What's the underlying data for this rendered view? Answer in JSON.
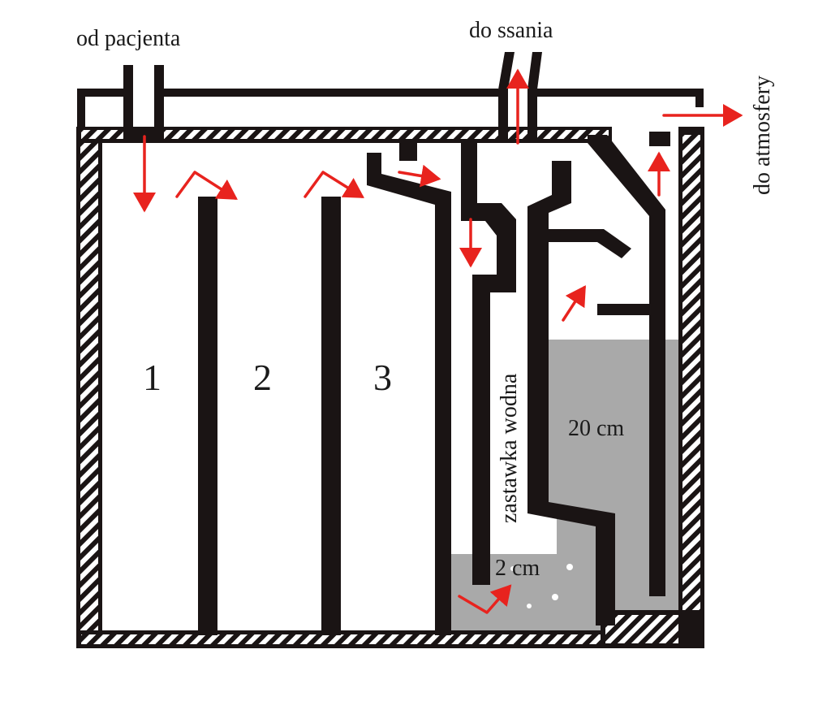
{
  "labels": {
    "from_patient": "od pacjenta",
    "to_suction": "do ssania",
    "to_atmosphere": "do atmosfery",
    "chamber_1": "1",
    "chamber_2": "2",
    "chamber_3": "3",
    "water_seal": "zastawka wodna",
    "suction_depth": "20 cm",
    "seal_depth": "2 cm"
  },
  "colors": {
    "wall": "#1a1414",
    "water": "#a9a9a9",
    "arrow": "#e8231e",
    "background": "#ffffff"
  }
}
